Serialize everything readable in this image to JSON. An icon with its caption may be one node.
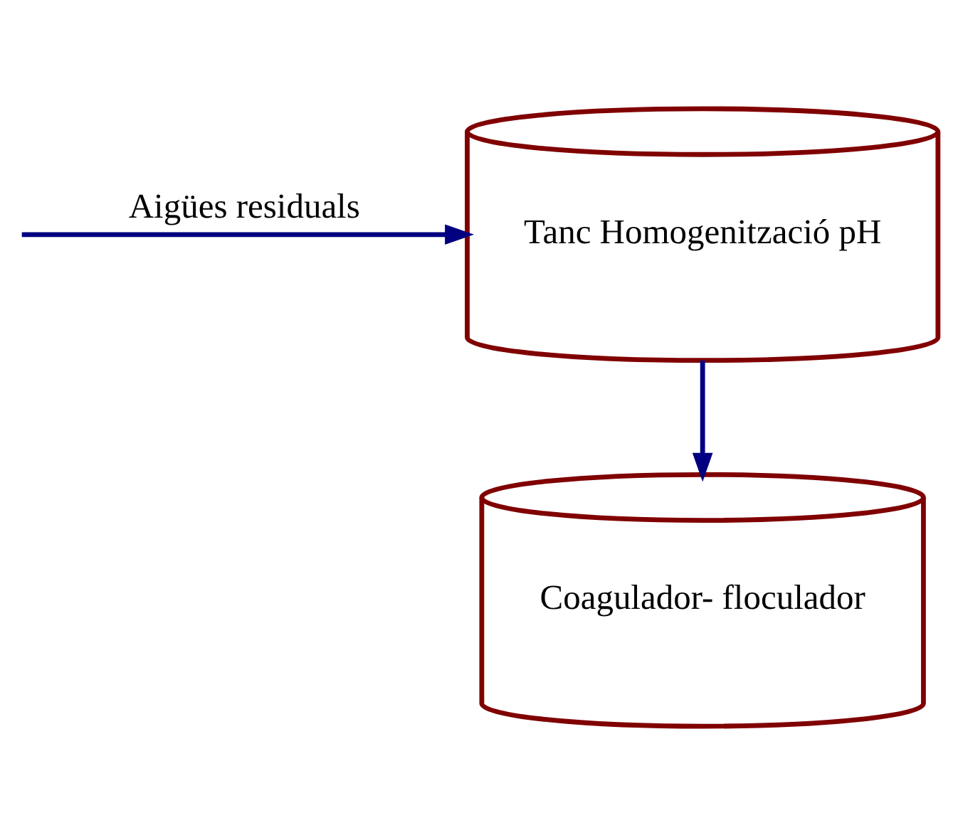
{
  "diagram": {
    "nodes": [
      {
        "text": [
          "Tanc Homogenització pH"
        ]
      },
      {
        "text": [
          "Coagulador- floculador"
        ]
      }
    ],
    "edges": [
      {
        "from": null,
        "to": 0,
        "arrow": "to",
        "label": "Aigües residuals"
      },
      {
        "from": 0,
        "to": 1,
        "arrow": "to"
      }
    ]
  }
}
